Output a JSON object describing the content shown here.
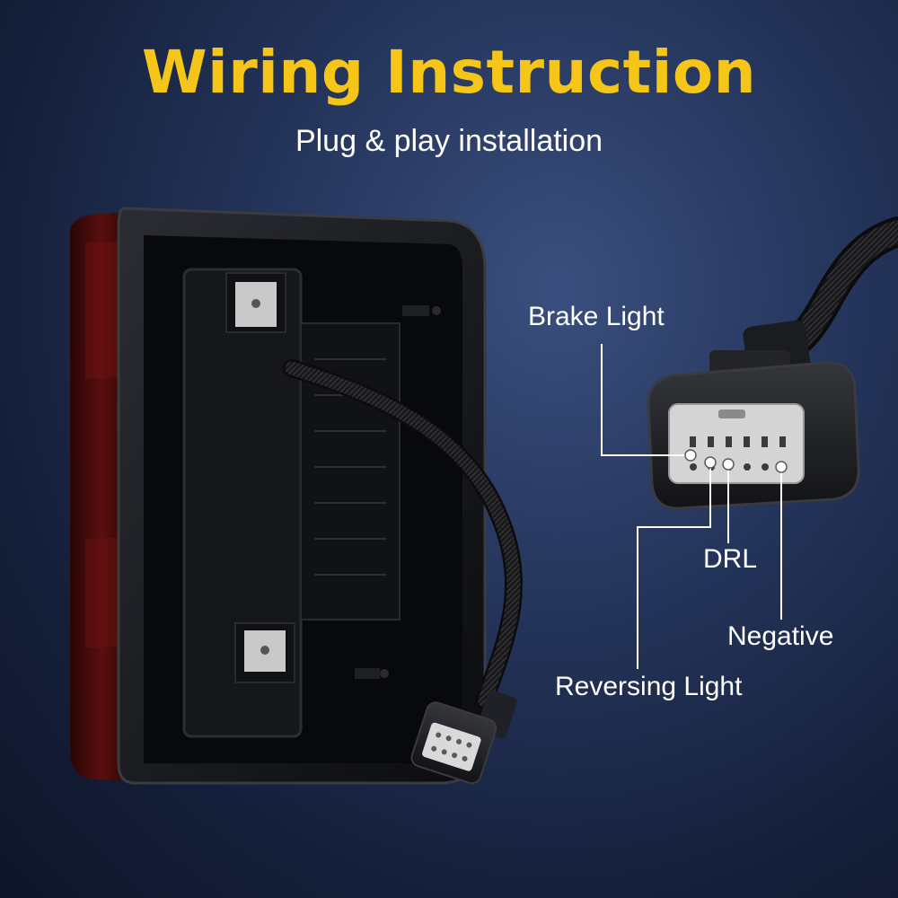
{
  "header": {
    "title": "Wiring Instruction",
    "subtitle": "Plug & play installation"
  },
  "pins": {
    "brake": "Brake Light",
    "drl": "DRL",
    "negative": "Negative",
    "reversing": "Reversing Light"
  },
  "colors": {
    "title": "#f5c518",
    "text": "#ffffff",
    "background": "#1b2746"
  }
}
